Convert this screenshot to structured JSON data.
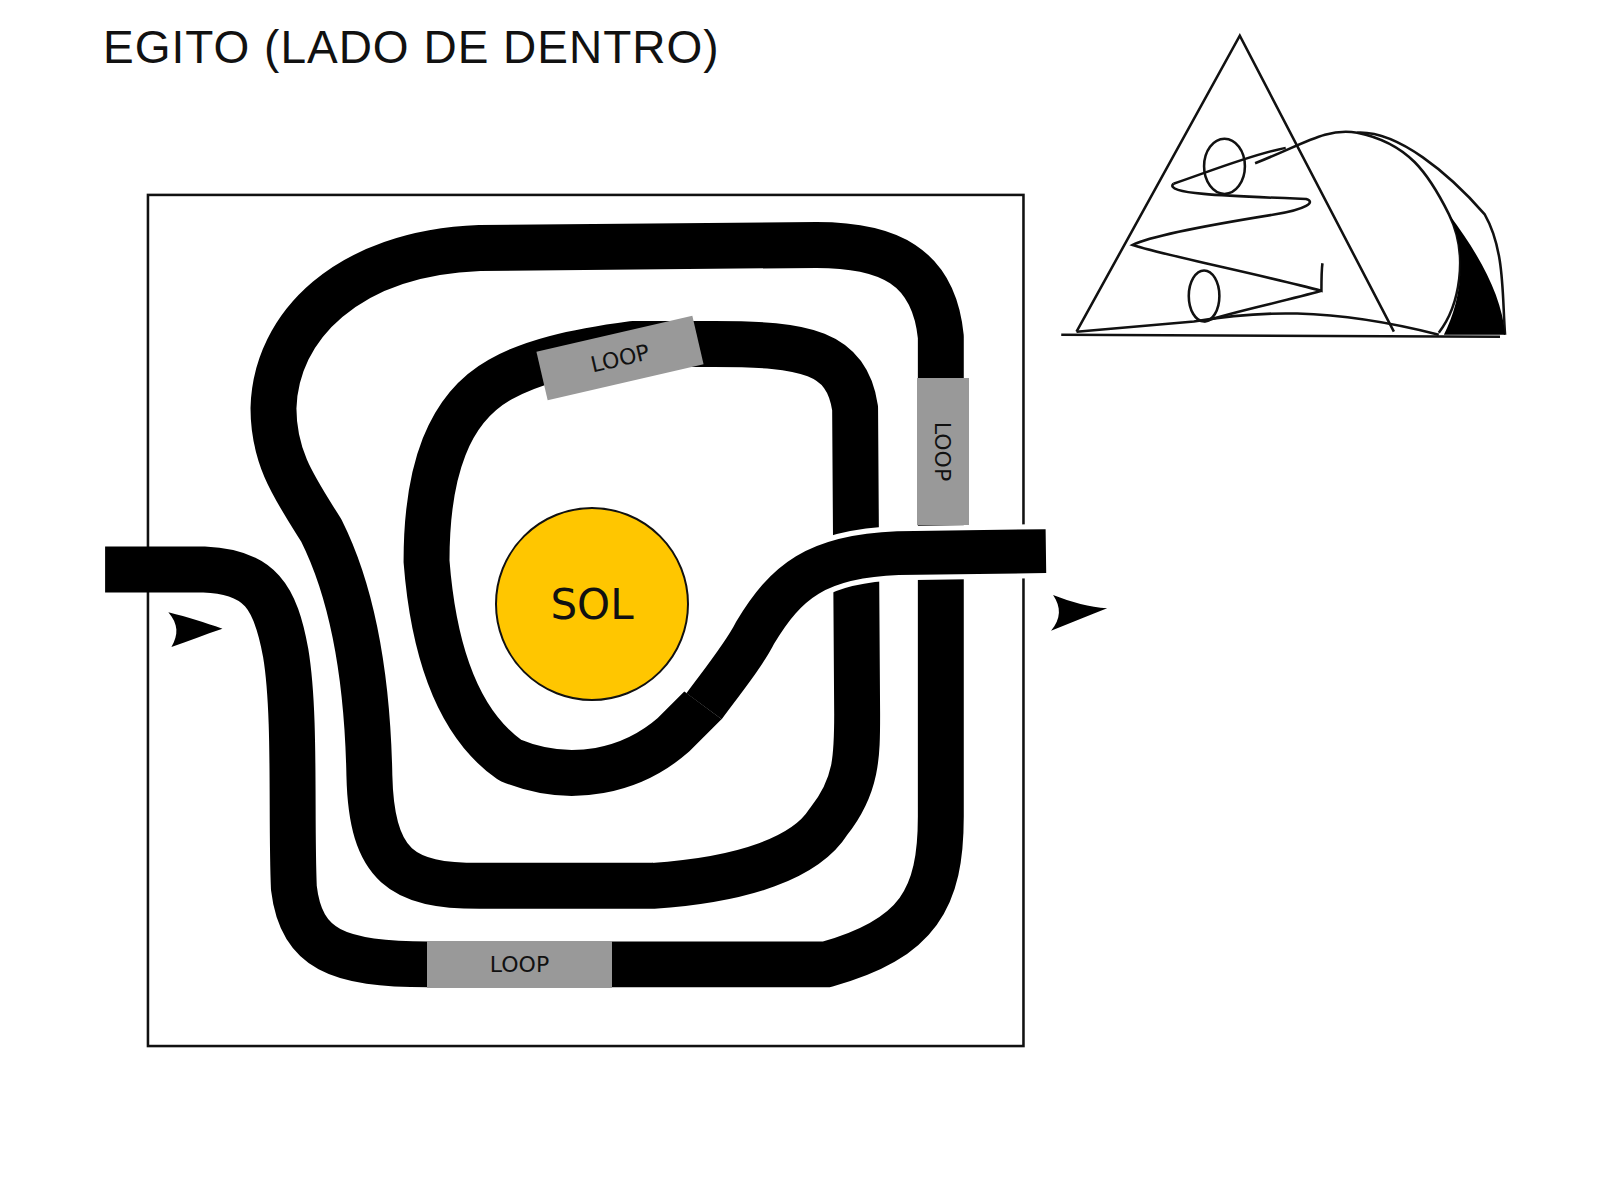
{
  "diagram": {
    "title": "EGITO (LADO DE DENTRO)",
    "nodes": [
      {
        "text": [
          "LOOP"
        ]
      },
      {
        "text": [
          "LOOP"
        ]
      },
      {
        "text": [
          "SOL"
        ]
      },
      {
        "text": [
          "LOOP"
        ]
      }
    ]
  }
}
